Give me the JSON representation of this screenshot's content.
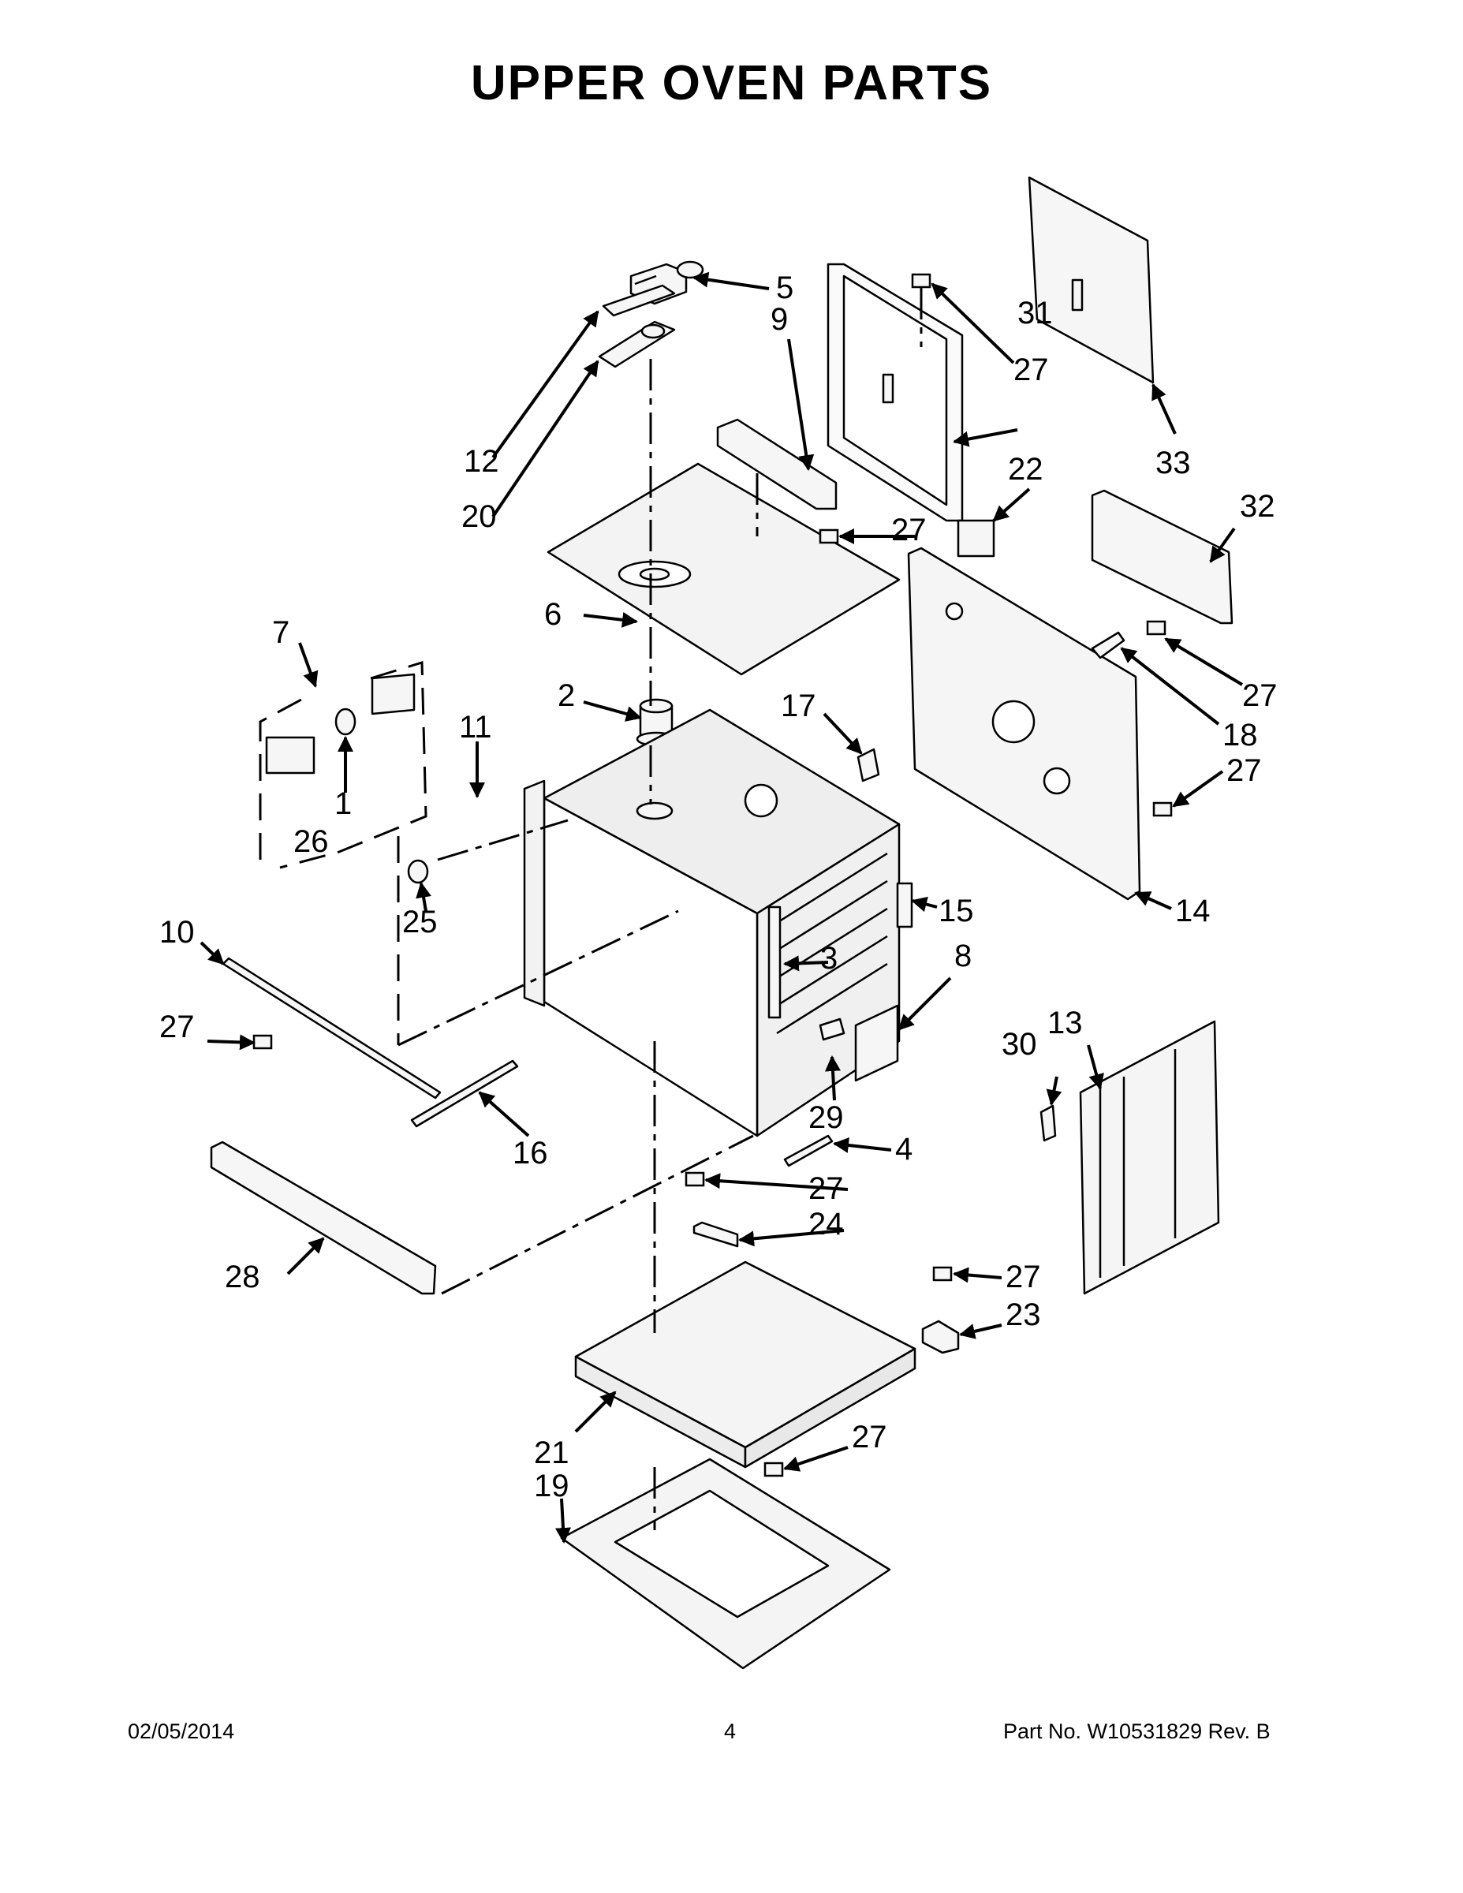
{
  "title": "UPPER OVEN PARTS",
  "callouts": [
    "1",
    "2",
    "3",
    "4",
    "5",
    "6",
    "7",
    "8",
    "9",
    "10",
    "11",
    "12",
    "13",
    "14",
    "15",
    "16",
    "17",
    "18",
    "19",
    "20",
    "21",
    "22",
    "23",
    "24",
    "25",
    "26",
    "27",
    "28",
    "29",
    "30",
    "31",
    "32",
    "33"
  ],
  "footer": {
    "date": "02/05/2014",
    "page": "4",
    "part": "Part No.  W10531829  Rev.  B"
  },
  "colors": {
    "ink": "#000000",
    "paper": "#ffffff",
    "part_fill": "#f4f4f4"
  }
}
